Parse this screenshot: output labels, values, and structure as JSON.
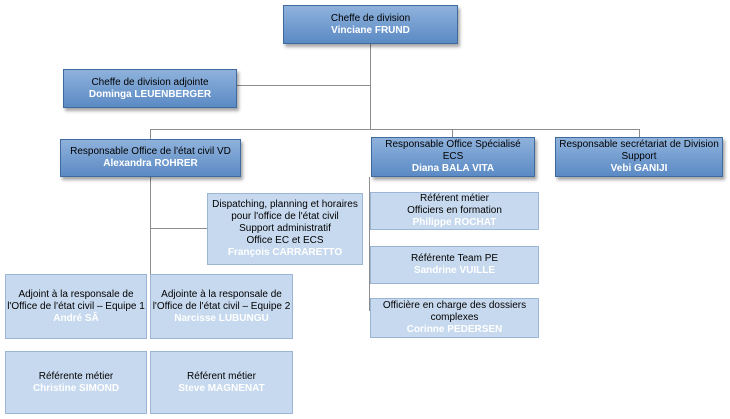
{
  "nodes": {
    "cheffe": {
      "lines": [
        "Cheffe de division"
      ],
      "name": "Vinciane FRUND"
    },
    "adjointe": {
      "lines": [
        "Cheffe de division adjointe"
      ],
      "name": "Dominga LEUENBERGER"
    },
    "resp_vd": {
      "lines": [
        "Responsable Office de l'état civil VD"
      ],
      "name": "Alexandra ROHRER"
    },
    "resp_ecs": {
      "lines": [
        "Responsable Office Spécialisé",
        "ECS"
      ],
      "name": "Diana BALA VITA"
    },
    "resp_secr": {
      "lines": [
        "Responsable secrétariat de Division",
        "Support"
      ],
      "name": "Vebi GANIJI"
    },
    "dispatching": {
      "lines": [
        "Dispatching, planning et horaires",
        "pour l'office de l'état civil",
        "Support administratif",
        "Office EC et ECS"
      ],
      "name": "François CARRARETTO"
    },
    "adj_eq1": {
      "lines": [
        "Adjoint à la responsale de",
        "l'Office de l'état civil – Equipe 1"
      ],
      "name": "André SÂ"
    },
    "adj_eq2": {
      "lines": [
        "Adjointe à la responsale de",
        "l'Office de l'état civil – Equipe 2"
      ],
      "name": "Narcisse LUBUNGU"
    },
    "ref_simond": {
      "lines": [
        "Référente métier"
      ],
      "name": "Christine SIMOND"
    },
    "ref_magnenat": {
      "lines": [
        "Référent métier"
      ],
      "name": "Steve MAGNENAT"
    },
    "ref_rochat": {
      "lines": [
        "Référent métier",
        "Officiers en formation"
      ],
      "name": "Philippe ROCHAT"
    },
    "ref_vuille": {
      "lines": [
        "Référente Team PE"
      ],
      "name": "Sandrine VUILLE"
    },
    "off_pedersen": {
      "lines": [
        "Officière en charge des dossiers",
        "complexes"
      ],
      "name": "Corinne PEDERSEN"
    }
  }
}
